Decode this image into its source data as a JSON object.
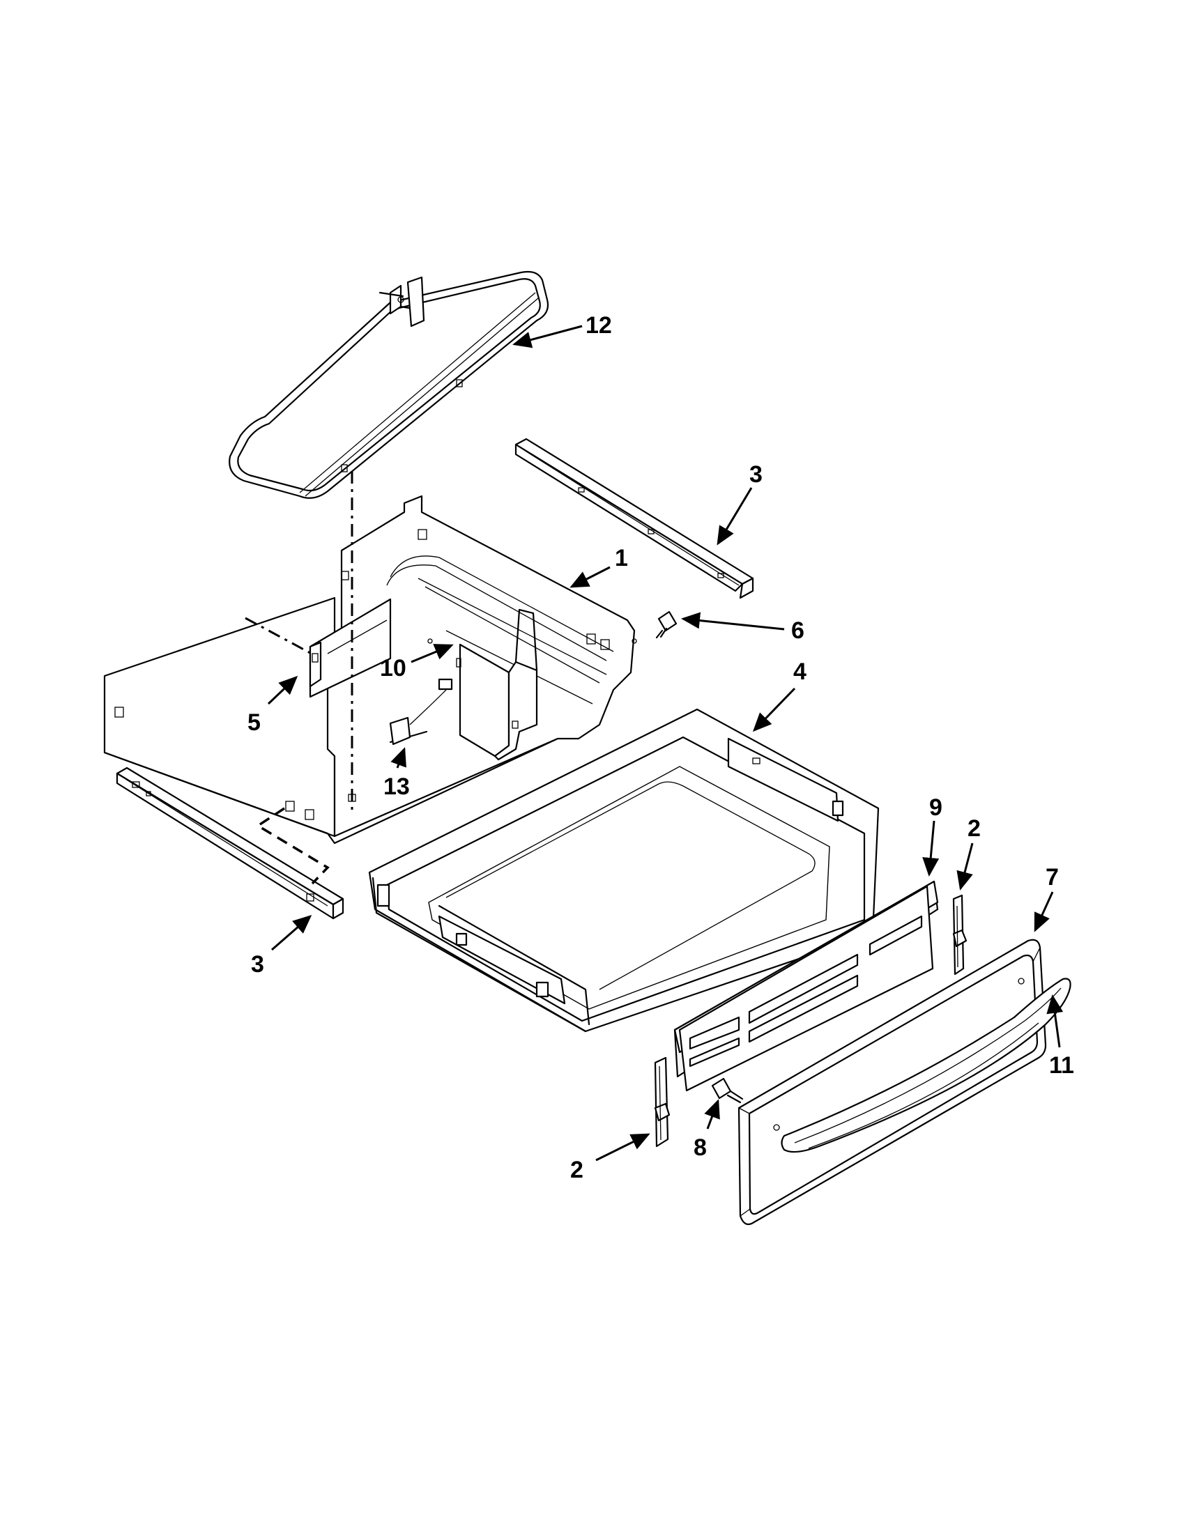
{
  "callouts": [
    {
      "id": "c12",
      "label": "12"
    },
    {
      "id": "c3a",
      "label": "3"
    },
    {
      "id": "c1",
      "label": "1"
    },
    {
      "id": "c6",
      "label": "6"
    },
    {
      "id": "c10",
      "label": "10"
    },
    {
      "id": "c4",
      "label": "4"
    },
    {
      "id": "c5",
      "label": "5"
    },
    {
      "id": "c13",
      "label": "13"
    },
    {
      "id": "c9",
      "label": "9"
    },
    {
      "id": "c2a",
      "label": "2"
    },
    {
      "id": "c7",
      "label": "7"
    },
    {
      "id": "c3b",
      "label": "3"
    },
    {
      "id": "c11",
      "label": "11"
    },
    {
      "id": "c8",
      "label": "8"
    },
    {
      "id": "c2b",
      "label": "2"
    }
  ]
}
